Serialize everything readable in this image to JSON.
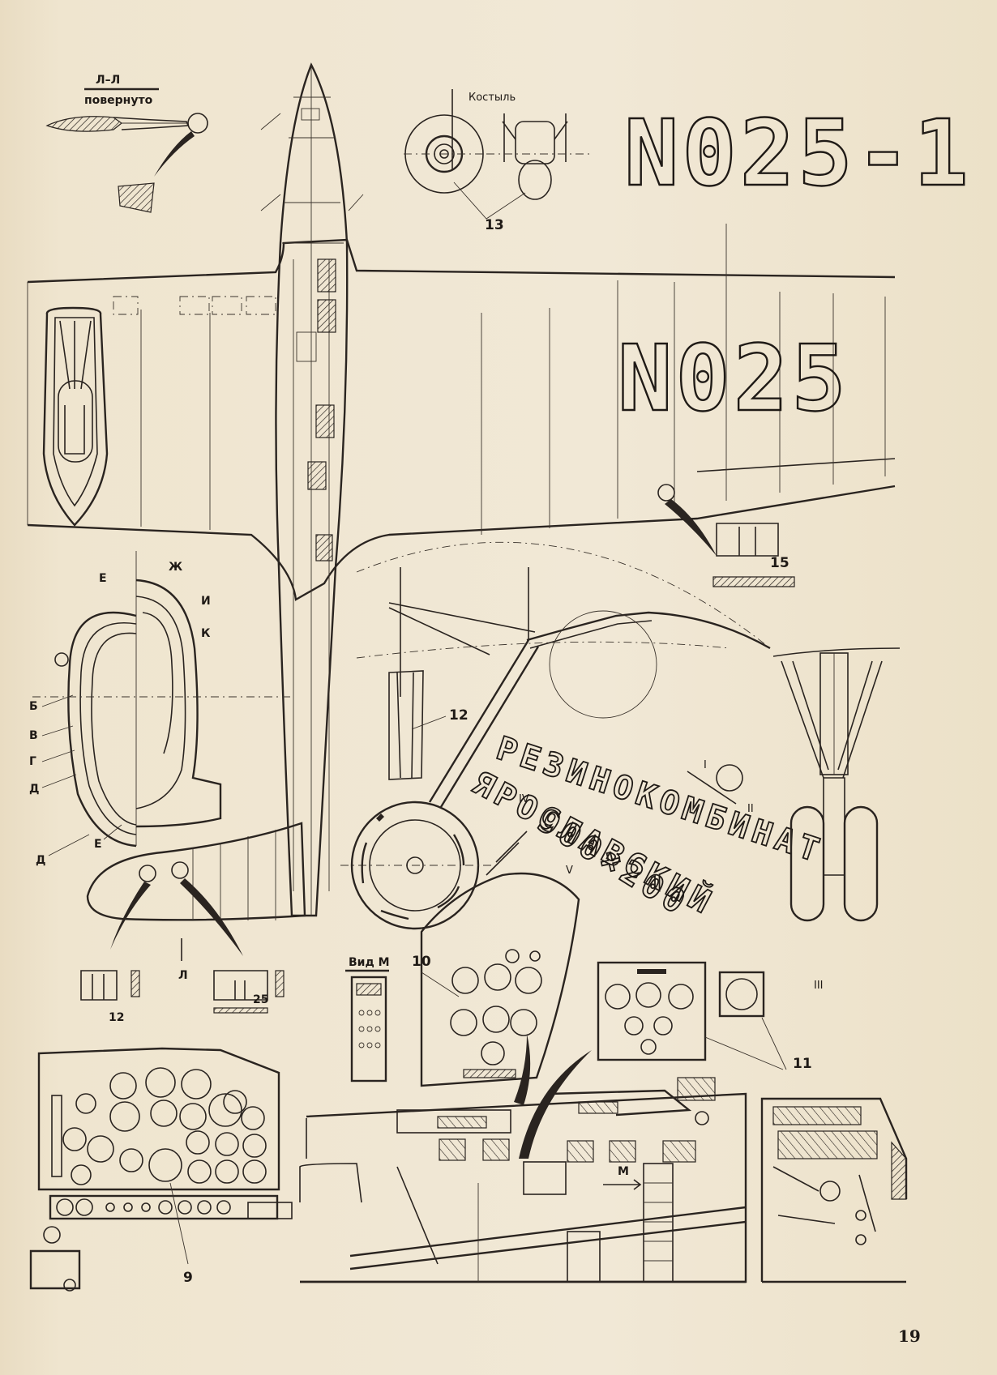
{
  "section_label": "Л–Л",
  "section_note": "повернуто",
  "tailwheel_label": "Костыль",
  "tail_registration": "N025-1",
  "wing_registration": "N025",
  "tire_marking": {
    "line1": "РЕЗИНОКОМБИНАТ",
    "line2": "ЯРОСЛАВСКИЙ",
    "size": "900×200"
  },
  "view_label": "Вид М",
  "arrow_label": "М",
  "section_letters": {
    "e_top": "Е",
    "zh": "Ж",
    "i": "И",
    "k": "К",
    "b": "Б",
    "v": "В",
    "g": "Г",
    "d": "Д",
    "d2": "Д",
    "e_bottom": "Е",
    "l": "Л"
  },
  "callouts": {
    "c13": "13",
    "c15": "15",
    "c12_strut": "12",
    "c12_dim": "12",
    "c25": "25",
    "c10": "10",
    "c11": "11",
    "c9": "9"
  },
  "roman_markers": [
    "I",
    "II",
    "III",
    "IV",
    "V"
  ],
  "page_number": "19"
}
